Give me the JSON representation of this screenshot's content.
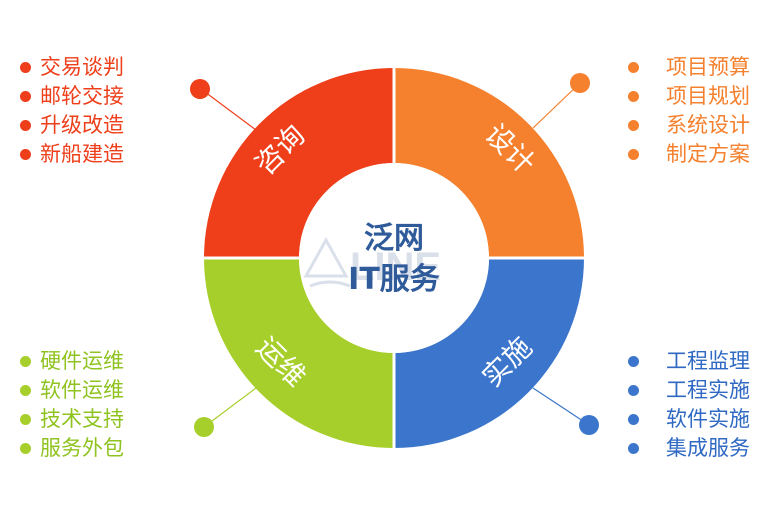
{
  "center": {
    "line1": "泛网",
    "line2": "IT服务"
  },
  "watermark": "LINE",
  "segments": [
    {
      "id": "consult",
      "label": "咨询",
      "color": "#ee3e1a",
      "items": [
        "交易谈判",
        "邮轮交接",
        "升级改造",
        "新船建造"
      ]
    },
    {
      "id": "design",
      "label": "设计",
      "color": "#f5802e",
      "items": [
        "项目预算",
        "项目规划",
        "系统设计",
        "制定方案"
      ]
    },
    {
      "id": "ops",
      "label": "运维",
      "color": "#a7cf2c",
      "items": [
        "硬件运维",
        "软件运维",
        "技术支持",
        "服务外包"
      ]
    },
    {
      "id": "impl",
      "label": "实施",
      "color": "#3b76cc",
      "items": [
        "工程监理",
        "工程实施",
        "软件实施",
        "集成服务"
      ]
    }
  ],
  "colors": {
    "center_text": "#2f5b9a",
    "watermark": "#d7dde8"
  }
}
